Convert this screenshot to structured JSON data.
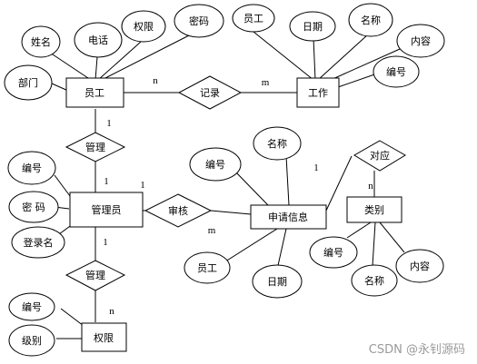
{
  "entities": {
    "employee": "员工",
    "work": "工作",
    "admin": "管理员",
    "request_info": "申请信息",
    "category": "类别",
    "permission": "权限"
  },
  "relationships": {
    "record": "记录",
    "manage_employee": "管理",
    "review": "审核",
    "manage_permission": "管理",
    "correspond": "对应"
  },
  "attributes": {
    "employee": [
      "姓名",
      "电话",
      "权限",
      "密码",
      "部门"
    ],
    "work": [
      "员工",
      "日期",
      "名称",
      "内容",
      "编号"
    ],
    "admin": [
      "编号",
      "密 码",
      "登录名"
    ],
    "request_info": [
      "编号",
      "名称",
      "员工",
      "日期"
    ],
    "category": [
      "编号",
      "名称",
      "内容"
    ],
    "permission": [
      "编号",
      "级别"
    ]
  },
  "cardinalities": {
    "employee_record": "n",
    "record_work": "m",
    "employee_manage": "1",
    "manage_admin": "1",
    "admin_review": "1",
    "review_request": "m",
    "request_correspond": "1",
    "correspond_category": "n",
    "admin_manage2": "1",
    "manage2_permission": "n"
  },
  "watermark": "CSDN @永钊源码"
}
